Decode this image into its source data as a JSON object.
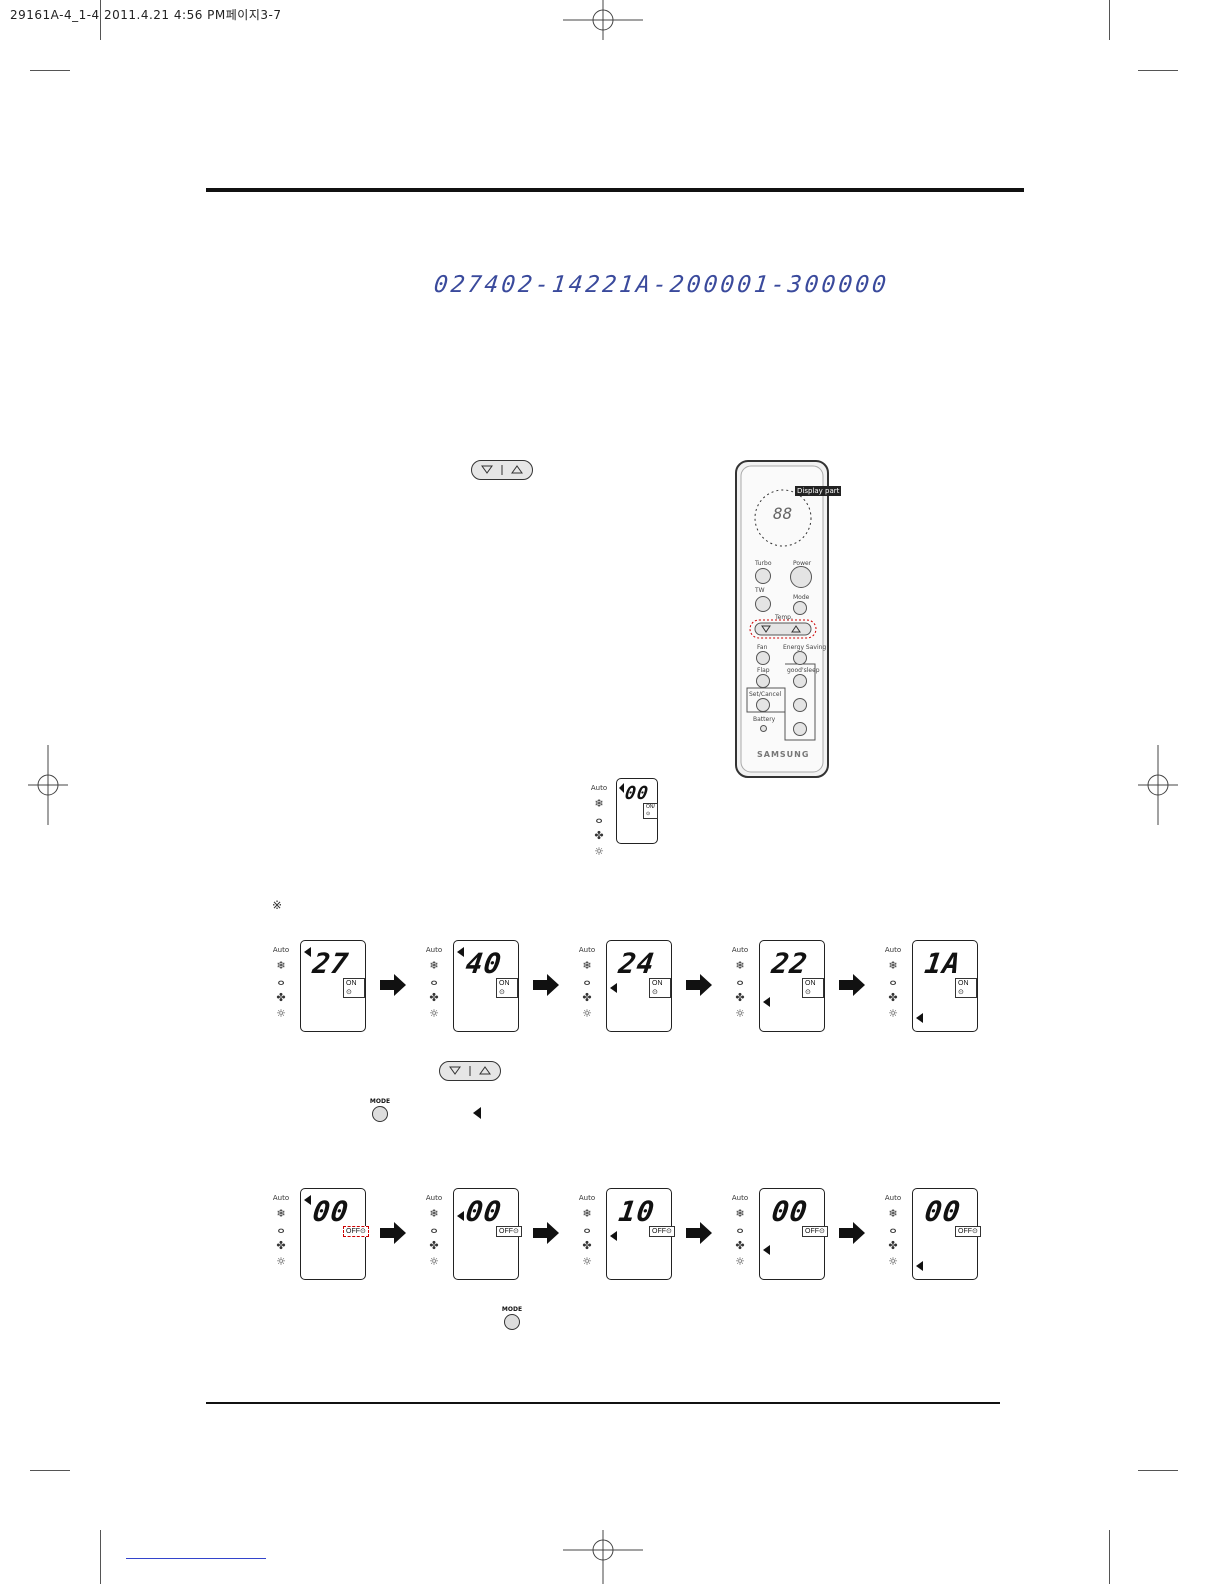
{
  "header": {
    "print_line": "29161A-4_1-4  2011.4.21 4:56 PM페이지3-7"
  },
  "serial": {
    "text": "027402-14221A-200001-300000"
  },
  "remote": {
    "display_callout": "Display part",
    "display_digits": "88",
    "labels": {
      "turbo": "Turbo",
      "power": "Power",
      "tw": "TW",
      "mode": "Mode",
      "temp": "Temp.",
      "fan": "Fan",
      "energy_saving": "Energy Saving",
      "flap": "Flap",
      "good_sleep": "good'sleep",
      "set_cancel": "Set/Cancel",
      "battery": "Battery",
      "brand": "SAMSUNG"
    }
  },
  "sample_display": {
    "digits": "00",
    "tag": "ON/⊙"
  },
  "note_symbol": "※",
  "icon_column": {
    "auto": "Auto",
    "cool": "❄",
    "dry": "ⴰ",
    "fan": "✤",
    "heat": "☼"
  },
  "row1": [
    {
      "digits": "27",
      "tag": "ON ⊙"
    },
    {
      "digits": "40",
      "tag": "ON ⊙"
    },
    {
      "digits": "24",
      "tag": "ON ⊙"
    },
    {
      "digits": "22",
      "tag": "ON ⊙"
    },
    {
      "digits": "1A",
      "tag": "ON ⊙"
    }
  ],
  "row2": [
    {
      "digits": "00",
      "tag": "OFF⊙"
    },
    {
      "digits": "00",
      "tag": "OFF⊙"
    },
    {
      "digits": "10",
      "tag": "OFF⊙"
    },
    {
      "digits": "00",
      "tag": "OFF⊙"
    },
    {
      "digits": "00",
      "tag": "OFF⊙"
    }
  ],
  "mode_label": "MODE"
}
